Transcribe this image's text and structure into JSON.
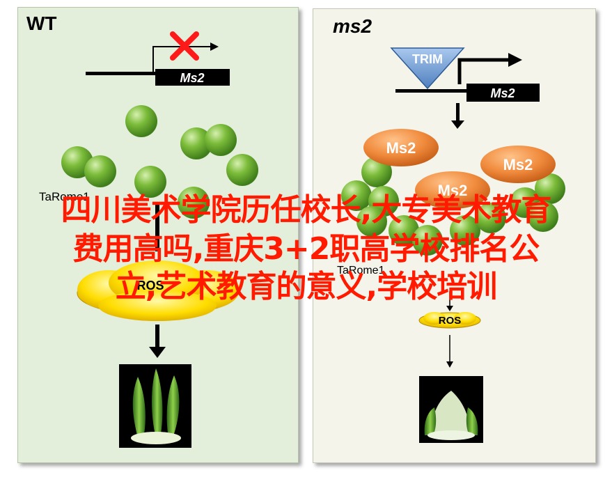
{
  "wt": {
    "title": "WT",
    "gene": "Ms2",
    "tf": "TaRome1",
    "ros": "ROS"
  },
  "ms2": {
    "title": "ms2",
    "trim": "TRIM",
    "gene": "Ms2",
    "protein_labels": [
      "Ms2",
      "Ms2",
      "Ms2"
    ],
    "tf": "TaRome1",
    "ros": "ROS"
  },
  "overlay": {
    "line1": "四川美术学院历任校长,大专美术教育",
    "line2": "费用高吗,重庆3+2职高学校排名公",
    "line3": "立,艺术教育的意义,学校培训"
  },
  "colors": {
    "wt_bg": "#e3eedb",
    "ms2_bg": "#f4f4ea",
    "sphere": "#7cbc3a",
    "ms2_protein": "#f08a3c",
    "ros": "#ffdd00",
    "trim": "#7aa6d8",
    "overlay_text": "#ff1a00",
    "cross": "#ff1a1a"
  }
}
